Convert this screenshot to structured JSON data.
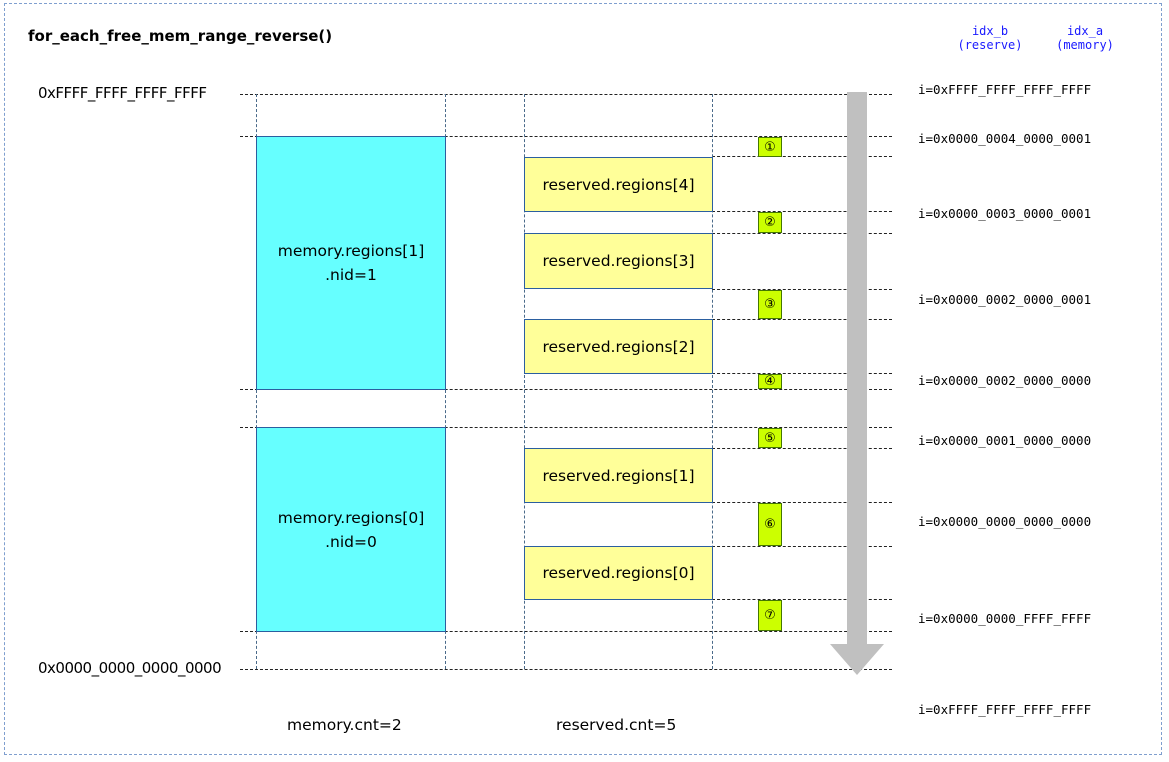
{
  "title": "for_each_free_mem_range_reverse()",
  "headers": {
    "idx_b": {
      "name": "idx_b",
      "note": "(reserve)"
    },
    "idx_a": {
      "name": "idx_a",
      "note": "(memory)"
    }
  },
  "addresses": {
    "top": "0xFFFF_FFFF_FFFF_FFFF",
    "bottom": "0x0000_0000_0000_0000"
  },
  "memory_regions": [
    {
      "name": "memory.regions[1]",
      "nid": ".nid=1"
    },
    {
      "name": "memory.regions[0]",
      "nid": ".nid=0"
    }
  ],
  "reserved_regions": [
    "reserved.regions[4]",
    "reserved.regions[3]",
    "reserved.regions[2]",
    "reserved.regions[1]",
    "reserved.regions[0]"
  ],
  "markers": [
    "①",
    "②",
    "③",
    "④",
    "⑤",
    "⑥",
    "⑦"
  ],
  "index_labels": [
    "i=0xFFFF_FFFF_FFFF_FFFF",
    "i=0x0000_0004_0000_0001",
    "i=0x0000_0003_0000_0001",
    "i=0x0000_0002_0000_0001",
    "i=0x0000_0002_0000_0000",
    "i=0x0000_0001_0000_0000",
    "i=0x0000_0000_0000_0000",
    "i=0x0000_0000_FFFF_FFFF",
    "i=0xFFFF_FFFF_FFFF_FFFF"
  ],
  "counts": {
    "memory": "memory.cnt=2",
    "reserved": "reserved.cnt=5"
  }
}
